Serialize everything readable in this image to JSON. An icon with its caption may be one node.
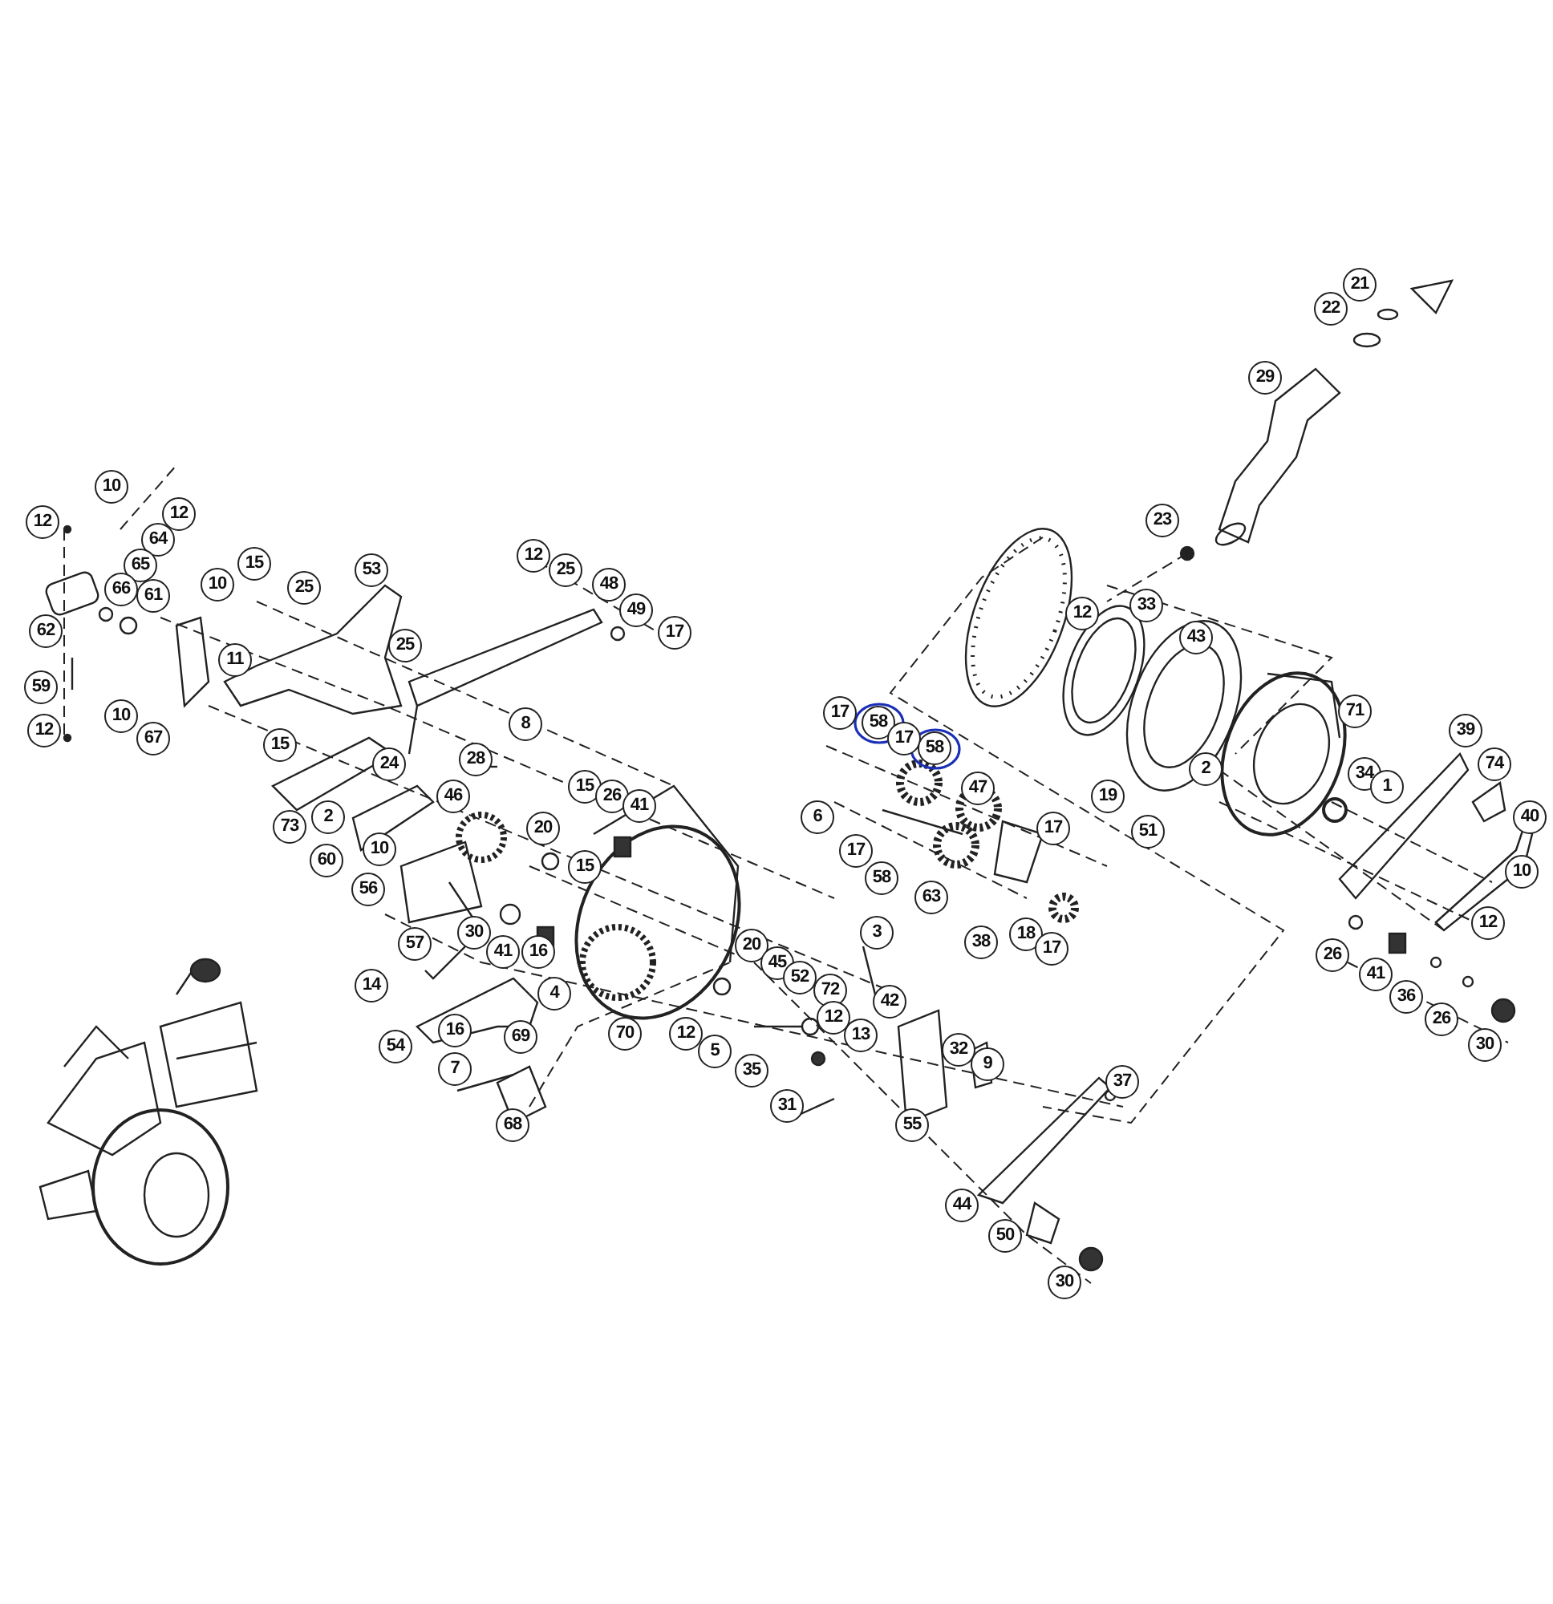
{
  "diagram": {
    "labels": [
      "21",
      "22",
      "29",
      "23",
      "10",
      "12",
      "12",
      "64",
      "65",
      "53",
      "12",
      "15",
      "25",
      "10",
      "48",
      "66",
      "61",
      "25",
      "49",
      "12",
      "33",
      "17",
      "62",
      "43",
      "25",
      "11",
      "59",
      "10",
      "8",
      "71",
      "17",
      "58",
      "12",
      "39",
      "17",
      "67",
      "15",
      "58",
      "28",
      "24",
      "74",
      "2",
      "34",
      "15",
      "1",
      "47",
      "46",
      "26",
      "19",
      "41",
      "2",
      "6",
      "40",
      "73",
      "20",
      "17",
      "51",
      "10",
      "17",
      "60",
      "15",
      "10",
      "58",
      "56",
      "63",
      "12",
      "30",
      "3",
      "18",
      "38",
      "57",
      "20",
      "17",
      "41",
      "16",
      "26",
      "45",
      "41",
      "52",
      "14",
      "72",
      "4",
      "36",
      "42",
      "12",
      "26",
      "16",
      "70",
      "12",
      "13",
      "69",
      "54",
      "32",
      "5",
      "30",
      "9",
      "7",
      "35",
      "37",
      "31",
      "55",
      "68",
      "44",
      "50",
      "30"
    ]
  }
}
